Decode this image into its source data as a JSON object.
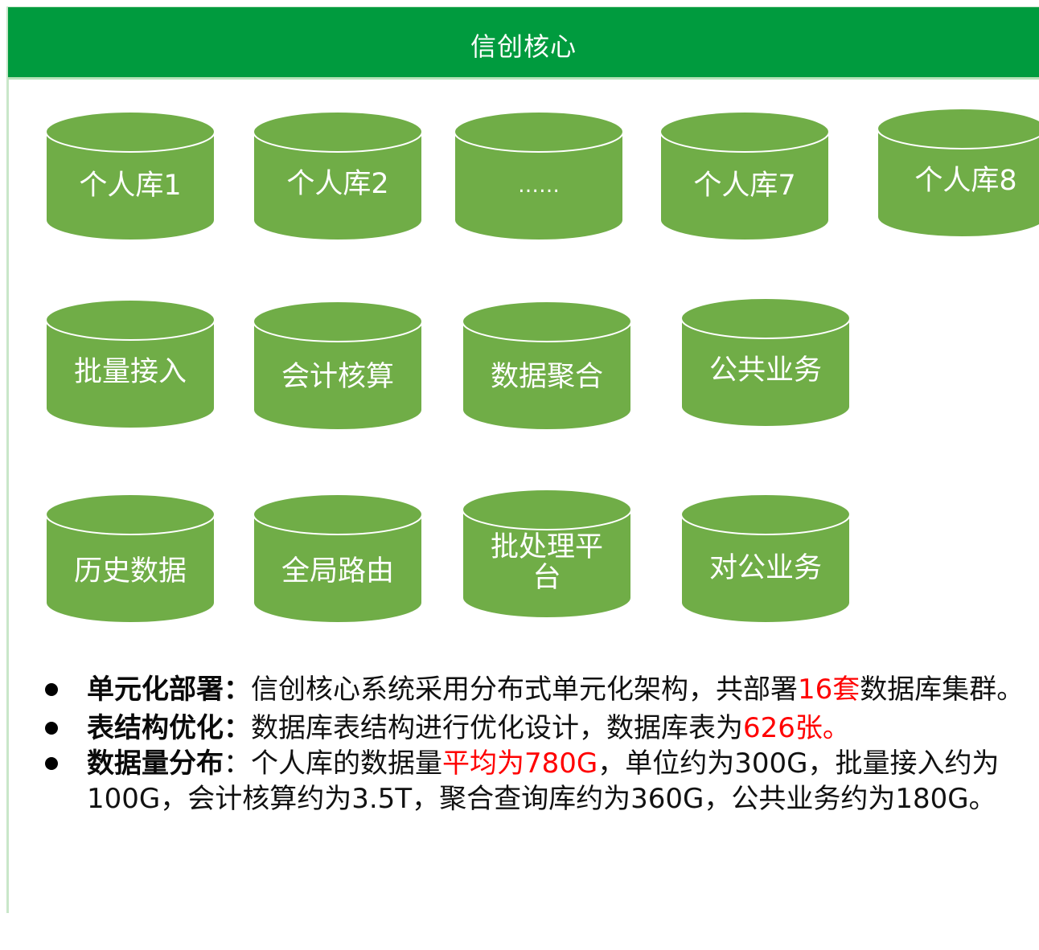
{
  "header": {
    "title": "信创核心"
  },
  "colors": {
    "header_bg": "#009b3e",
    "cylinder_fill": "#70ad47",
    "cylinder_stroke": "#ffffff",
    "highlight": "#ff0000"
  },
  "rows": [
    [
      {
        "label": "个人库1"
      },
      {
        "label": "个人库2"
      },
      {
        "label": "……"
      },
      {
        "label": "个人库7"
      },
      {
        "label": "个人库8"
      }
    ],
    [
      {
        "label": "批量接入"
      },
      {
        "label": "会计核算"
      },
      {
        "label": "数据聚合"
      },
      {
        "label": "公共业务"
      }
    ],
    [
      {
        "label": "历史数据"
      },
      {
        "label": "全局路由"
      },
      {
        "label": "批处理平台",
        "line1": "批处理平",
        "line2": "台"
      },
      {
        "label": "对公业务"
      }
    ]
  ],
  "bullets": [
    {
      "keyword": "单元化部署：",
      "text1": "信创核心系统采用分布式单元化架构，共部署",
      "highlight": "16套",
      "text2": "数据库集群。"
    },
    {
      "keyword": "表结构优化：",
      "text1": "数据库表结构进行优化设计，数据库表为",
      "highlight": "626张。",
      "text2": ""
    },
    {
      "keyword": "数据量分布",
      "text1": "：个人库的数据量",
      "highlight": "平均为780G",
      "text2": "，单位约为300G，批量接入约为100G，会计核算约为3.5T，聚合查询库约为360G，公共业务约为180G。"
    }
  ]
}
